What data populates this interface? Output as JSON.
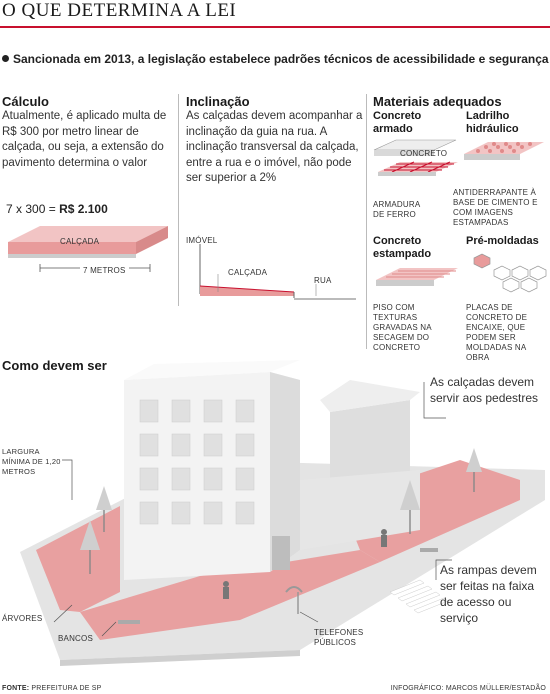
{
  "header": {
    "title": "O QUE DETERMINA A LEI",
    "lead": "Sancionada em 2013, a legislação estabelece padrões técnicos de acessibilidade e segurança"
  },
  "calculo": {
    "title": "Cálculo",
    "text": "Atualmente, é aplicado multa de R$ 300 por metro linear de calçada, ou seja, a extensão do pavimento determina o valor",
    "equation_left": "7 x 300 =",
    "equation_right": "R$ 2.100",
    "label_calcada": "CALÇADA",
    "label_metros": "7 METROS"
  },
  "inclinacao": {
    "title": "Inclinação",
    "text": "As calçadas devem acompanhar a inclinação da guia na rua. A inclinação transversal da calçada, entre a rua e o imóvel, não pode ser superior a 2%",
    "label_imovel": "IMÓVEL",
    "label_calcada": "CALÇADA",
    "label_rua": "RUA"
  },
  "materiais": {
    "title": "Materiais adequados",
    "concreto_armado": "Concreto armado",
    "ladrilho": "Ladrilho hidráulico",
    "label_concreto": "CONCRETO",
    "label_armadura": "ARMADURA DE FERRO",
    "label_antiderrapante": "ANTIDERRAPANTE À BASE DE CIMENTO E COM IMAGENS ESTAMPADAS",
    "concreto_estampado": "Concreto estampado",
    "pre_moldadas": "Pré-moldadas",
    "label_piso": "PISO COM TEXTURAS GRAVADAS NA SECAGEM DO CONCRETO",
    "label_placas": "PLACAS DE CONCRETO DE ENCAIXE, QUE PODEM SER MOLDADAS NA OBRA"
  },
  "como": {
    "title": "Como devem ser",
    "largura": "LARGURA MÍNIMA DE 1,20 METROS",
    "arvores": "ÁRVORES",
    "bancos": "BANCOS",
    "telefones": "TELEFONES PÚBLICOS",
    "note_pedestres": "As calçadas devem servir aos pedestres",
    "note_rampas": "As rampas devem ser feitas na faixa de acesso ou serviço"
  },
  "footer": {
    "fonte_label": "FONTE:",
    "fonte": "PREFEITURA DE SP",
    "infografico": "INFOGRÁFICO: MARCOS MÜLLER/ESTADÃO"
  },
  "colors": {
    "accent": "#c8102e",
    "sidewalk": "#e8a0a0",
    "sidewalk_light": "#f2c4c4",
    "building": "#f1f1f1",
    "shadow": "#d6d6d6"
  }
}
